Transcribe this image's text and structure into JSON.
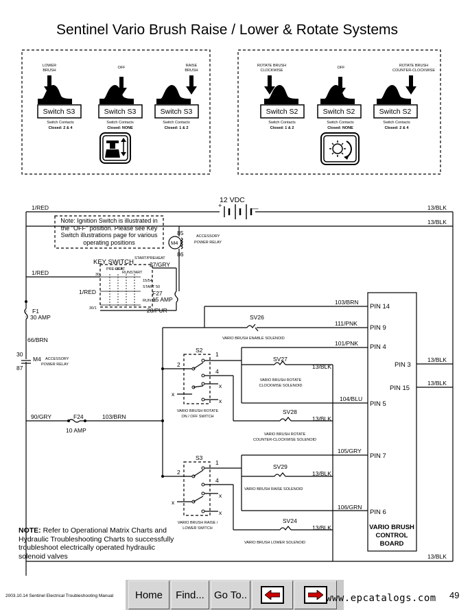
{
  "title": "Sentinel Vario Brush Raise / Lower & Rotate Systems",
  "s3_panel": {
    "items": [
      {
        "label_lines": [
          "LOWER",
          "BRUSH"
        ],
        "switch": "Switch S3",
        "contacts_label": "Switch Contacts",
        "contacts_value": "Closed: 2 & 4"
      },
      {
        "label_lines": [
          "OFF"
        ],
        "switch": "Switch S3",
        "contacts_label": "Switch Contacts",
        "contacts_value": "Closed: NONE"
      },
      {
        "label_lines": [
          "RAISE",
          "BRUSH"
        ],
        "switch": "Switch S3",
        "contacts_label": "Switch Contacts",
        "contacts_value": "Closed: 1 & 2"
      }
    ]
  },
  "s2_panel": {
    "items": [
      {
        "label_lines": [
          "ROTATE BRUSH",
          "CLOCKWISE"
        ],
        "switch": "Switch S2",
        "contacts_label": "Switch Contacts",
        "contacts_value": "Closed: 1 & 2"
      },
      {
        "label_lines": [
          "OFF"
        ],
        "switch": "Switch S2",
        "contacts_label": "Switch Contacts",
        "contacts_value": "Closed: NONE"
      },
      {
        "label_lines": [
          "ROTATE BRUSH",
          "COUNTER-CLOCKWISE"
        ],
        "switch": "Switch S2",
        "contacts_label": "Switch Contacts",
        "contacts_value": "Closed: 2 & 4"
      }
    ]
  },
  "schematic": {
    "battery": "12 VDC",
    "wires": {
      "red_top": "1/RED",
      "red_mid": "1/RED",
      "red_key": "1/RED",
      "blk_top1": "13/BLK",
      "blk_top2": "13/BLK",
      "gry27": "27/GRY",
      "pur28": "28/PUR",
      "brn66": "66/BRN",
      "gry90": "90/GRY",
      "brn103": "103/BRN",
      "brn103_top": "103/BRN",
      "pnk111": "111/PNK",
      "pnk101": "101/PNK",
      "blk_sv27": "13/BLK",
      "blu104": "104/BLU",
      "blk_sv28": "13/BLK",
      "gry105": "105/GRY",
      "blk_sv29": "13/BLK",
      "grn106": "106/GRN",
      "blk_sv24": "13/BLK",
      "blk_pin3": "13/BLK",
      "blk_pin15": "13/BLK",
      "blk_bottom": "13/BLK"
    },
    "relay_top": {
      "id": "M4",
      "pin_a": "85",
      "pin_b": "86",
      "label_lines": [
        "ACCESSORY",
        "POWER RELAY"
      ]
    },
    "relay_left": {
      "id": "M4",
      "pin_a": "30",
      "pin_b": "87",
      "label_lines": [
        "ACCESSORY",
        "POWER RELAY"
      ]
    },
    "fuse_f1": {
      "id": "F1",
      "rating": "30 AMP"
    },
    "fuse_f24": {
      "id": "F24",
      "rating": "10 AMP"
    },
    "fuse_f27": {
      "id": "F27",
      "rating": "15 AMP"
    },
    "key_switch": {
      "label": "KEY SWITCH",
      "positions": [
        "PRE-HEAT",
        "OFF",
        "RUN",
        "START",
        "START/PREHEAT"
      ],
      "terminals": [
        "30",
        "30/1",
        "15/54",
        "START 50",
        "RUN 15"
      ]
    },
    "solenoids": {
      "sv26": {
        "id": "SV26",
        "label": "VARIO BRUSH ENABLE SOLENOID"
      },
      "sv27": {
        "id": "SV27",
        "label_lines": [
          "VARIO BRUSH ROTATE",
          "CLOCKWISE SOLENOID"
        ]
      },
      "sv28": {
        "id": "SV28",
        "label_lines": [
          "VARIO BRUSH ROTATE",
          "COUNTER-CLOCKWISE SOLENOID"
        ]
      },
      "sv29": {
        "id": "SV29",
        "label": "VARIO BRUSH RAISE SOLENOID"
      },
      "sv24": {
        "id": "SV24",
        "label": "VARIO BRUSH LOWER SOLENOID"
      }
    },
    "switch_s2": {
      "id": "S2",
      "label_lines": [
        "VARIO BRUSH ROTATE",
        "ON / OFF SWITCH"
      ],
      "terminals": [
        "1",
        "2",
        "4",
        "x",
        "x",
        "x"
      ]
    },
    "switch_s3": {
      "id": "S3",
      "label_lines": [
        "VARIO BRUSH RAISE /",
        "LOWER SWITCH"
      ],
      "terminals": [
        "1",
        "2",
        "4",
        "x",
        "x",
        "x"
      ]
    },
    "control_board": {
      "label_lines": [
        "VARIO BRUSH",
        "CONTROL",
        "BOARD"
      ],
      "pins": {
        "p14": "PIN 14",
        "p9": "PIN 9",
        "p4": "PIN 4",
        "p3": "PIN 3",
        "p15": "PIN 15",
        "p5": "PIN 5",
        "p7": "PIN 7",
        "p6": "PIN 6"
      }
    },
    "ignition_note": "Note: Ignition Switch is illustrated in the \"OFF\" position. Please see Key Switch illustrations page for various operating positions"
  },
  "bottom_note": {
    "lead": "NOTE:",
    "text": "Refer to Operational Matrix Charts and Hydraulic Troubleshooting Charts to successfully troubleshoot electrically operated hydraulic solenoid valves"
  },
  "footer": {
    "manual": "2003.10.14 Sentinel Electrical Troubleshooting Manual",
    "page": "49",
    "watermark": "www.epcatalogs.com"
  },
  "nav": {
    "home": "Home",
    "find": "Find...",
    "goto": "Go To.."
  },
  "colors": {
    "nav_arrow": "#cc0000",
    "nav_bar": "#c9c9c9"
  }
}
